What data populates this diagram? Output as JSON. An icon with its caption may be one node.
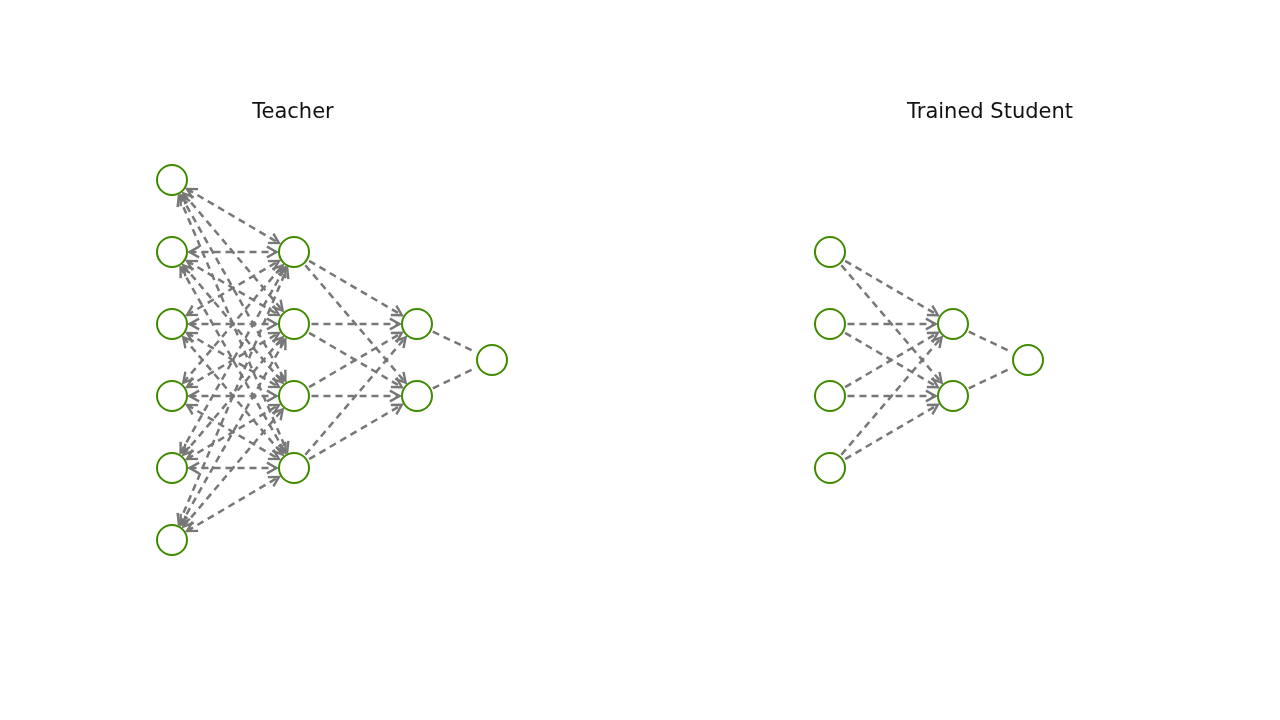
{
  "diagram": {
    "nodes": [
      {
        "text": [],
        "shape": "circle"
      },
      {
        "text": [],
        "shape": "circle"
      },
      {
        "text": [],
        "shape": "circle"
      },
      {
        "text": [],
        "shape": "circle"
      },
      {
        "text": [],
        "shape": "circle"
      },
      {
        "text": [],
        "shape": "circle"
      },
      {
        "text": [],
        "shape": "circle"
      },
      {
        "text": [],
        "shape": "circle"
      },
      {
        "text": [],
        "shape": "circle"
      },
      {
        "text": [],
        "shape": "circle"
      },
      {
        "text": [],
        "shape": "circle"
      },
      {
        "text": [],
        "shape": "circle"
      },
      {
        "text": [],
        "shape": "circle"
      },
      {
        "text": [],
        "shape": "circle"
      },
      {
        "text": [],
        "shape": "circle"
      },
      {
        "text": [],
        "shape": "circle"
      },
      {
        "text": [],
        "shape": "circle"
      },
      {
        "text": [],
        "shape": "circle"
      },
      {
        "text": [],
        "shape": "circle"
      },
      {
        "text": [],
        "shape": "circle"
      }
    ],
    "edges": [
      {
        "from": 0,
        "to": 6,
        "arrow": "both",
        "style": "dashed"
      },
      {
        "from": 0,
        "to": 7,
        "arrow": "both",
        "style": "dashed"
      },
      {
        "from": 0,
        "to": 8,
        "arrow": "both",
        "style": "dashed"
      },
      {
        "from": 0,
        "to": 9,
        "arrow": "both",
        "style": "dashed"
      },
      {
        "from": 1,
        "to": 6,
        "arrow": "both",
        "style": "dashed"
      },
      {
        "from": 1,
        "to": 7,
        "arrow": "both",
        "style": "dashed"
      },
      {
        "from": 1,
        "to": 8,
        "arrow": "both",
        "style": "dashed"
      },
      {
        "from": 1,
        "to": 9,
        "arrow": "both",
        "style": "dashed"
      },
      {
        "from": 2,
        "to": 6,
        "arrow": "both",
        "style": "dashed"
      },
      {
        "from": 2,
        "to": 7,
        "arrow": "both",
        "style": "dashed"
      },
      {
        "from": 2,
        "to": 8,
        "arrow": "both",
        "style": "dashed"
      },
      {
        "from": 2,
        "to": 9,
        "arrow": "both",
        "style": "dashed"
      },
      {
        "from": 3,
        "to": 6,
        "arrow": "both",
        "style": "dashed"
      },
      {
        "from": 3,
        "to": 7,
        "arrow": "both",
        "style": "dashed"
      },
      {
        "from": 3,
        "to": 8,
        "arrow": "both",
        "style": "dashed"
      },
      {
        "from": 3,
        "to": 9,
        "arrow": "both",
        "style": "dashed"
      },
      {
        "from": 4,
        "to": 6,
        "arrow": "both",
        "style": "dashed"
      },
      {
        "from": 4,
        "to": 7,
        "arrow": "both",
        "style": "dashed"
      },
      {
        "from": 4,
        "to": 8,
        "arrow": "both",
        "style": "dashed"
      },
      {
        "from": 4,
        "to": 9,
        "arrow": "both",
        "style": "dashed"
      },
      {
        "from": 5,
        "to": 6,
        "arrow": "both",
        "style": "dashed"
      },
      {
        "from": 5,
        "to": 7,
        "arrow": "both",
        "style": "dashed"
      },
      {
        "from": 5,
        "to": 8,
        "arrow": "both",
        "style": "dashed"
      },
      {
        "from": 5,
        "to": 9,
        "arrow": "both",
        "style": "dashed"
      },
      {
        "from": 6,
        "to": 10,
        "arrow": "to",
        "style": "dashed"
      },
      {
        "from": 6,
        "to": 11,
        "arrow": "to",
        "style": "dashed"
      },
      {
        "from": 7,
        "to": 10,
        "arrow": "to",
        "style": "dashed"
      },
      {
        "from": 7,
        "to": 11,
        "arrow": "to",
        "style": "dashed"
      },
      {
        "from": 8,
        "to": 10,
        "arrow": "to",
        "style": "dashed"
      },
      {
        "from": 8,
        "to": 11,
        "arrow": "to",
        "style": "dashed"
      },
      {
        "from": 9,
        "to": 10,
        "arrow": "to",
        "style": "dashed"
      },
      {
        "from": 9,
        "to": 11,
        "arrow": "to",
        "style": "dashed"
      },
      {
        "from": 10,
        "to": 12,
        "arrow": "none",
        "style": "dashed"
      },
      {
        "from": 11,
        "to": 12,
        "arrow": "none",
        "style": "dashed"
      },
      {
        "from": 13,
        "to": 17,
        "arrow": "to",
        "style": "dashed"
      },
      {
        "from": 13,
        "to": 18,
        "arrow": "to",
        "style": "dashed"
      },
      {
        "from": 14,
        "to": 17,
        "arrow": "to",
        "style": "dashed"
      },
      {
        "from": 14,
        "to": 18,
        "arrow": "to",
        "style": "dashed"
      },
      {
        "from": 15,
        "to": 17,
        "arrow": "to",
        "style": "dashed"
      },
      {
        "from": 15,
        "to": 18,
        "arrow": "to",
        "style": "dashed"
      },
      {
        "from": 16,
        "to": 17,
        "arrow": "to",
        "style": "dashed"
      },
      {
        "from": 16,
        "to": 18,
        "arrow": "to",
        "style": "dashed"
      },
      {
        "from": 17,
        "to": 19,
        "arrow": "none",
        "style": "dashed"
      },
      {
        "from": 18,
        "to": 19,
        "arrow": "none",
        "style": "dashed"
      }
    ],
    "labels": [
      "Teacher",
      "Trained Student"
    ]
  }
}
